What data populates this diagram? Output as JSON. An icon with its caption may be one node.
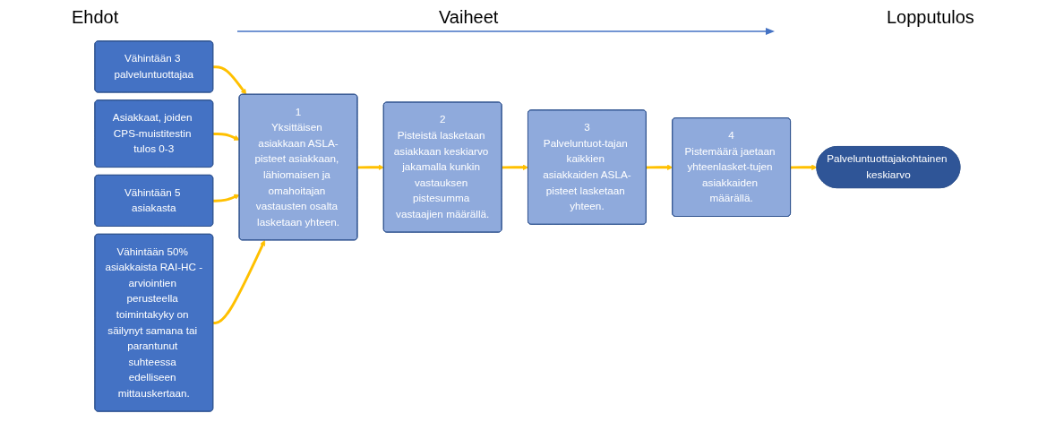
{
  "diagram": {
    "nodes": [
      {
        "text": [
          "Vähintään 3 palveluntuottajaa"
        ]
      },
      {
        "text": [
          "Asiakkaat, joiden CPS-muistitestin tulos 0-3"
        ]
      },
      {
        "text": [
          "Vähintään 5 asiakasta"
        ]
      },
      {
        "text": [
          "Vähintään 50% asiakkaista RAI-HC -arviointien perusteella toimintakyky on säilynyt samana tai parantunut suhteessa edelliseen mittauskertaan."
        ]
      },
      {
        "text": [
          "1",
          "Yksittäisen asiakkaan ASLA-pisteet asiakkaan, lähiomaisen ja omahoitajan vastausten osalta lasketaan yhteen."
        ]
      },
      {
        "text": [
          "2",
          "Pisteistä lasketaan asiakkaan keskiarvo jakamalla kunkin vastauksen pistesumma vastaajien määrällä."
        ]
      },
      {
        "text": [
          "3",
          "Palveluntuot-tajan kaikkien asiakkaiden ASLA-pisteet lasketaan yhteen."
        ]
      },
      {
        "text": [
          "4",
          "Pistemäärä jaetaan yhteenlasket-tujen asiakkaiden määrällä."
        ]
      },
      {
        "text": [
          "Palveluntuottajakohtainen keskiarvo"
        ]
      }
    ],
    "edges": [
      {
        "from": 0,
        "to": 4,
        "arrow": "to"
      },
      {
        "from": 1,
        "to": 4,
        "arrow": "to"
      },
      {
        "from": 2,
        "to": 4,
        "arrow": "to"
      },
      {
        "from": 3,
        "to": 4,
        "arrow": "to"
      },
      {
        "from": 4,
        "to": 5,
        "arrow": "to"
      },
      {
        "from": 5,
        "to": 6,
        "arrow": "to"
      },
      {
        "from": 6,
        "to": 7,
        "arrow": "to"
      },
      {
        "from": 7,
        "to": 8,
        "arrow": "to"
      }
    ],
    "labels": [
      "Ehdot",
      "Vaiheet",
      "Lopputulos"
    ]
  }
}
